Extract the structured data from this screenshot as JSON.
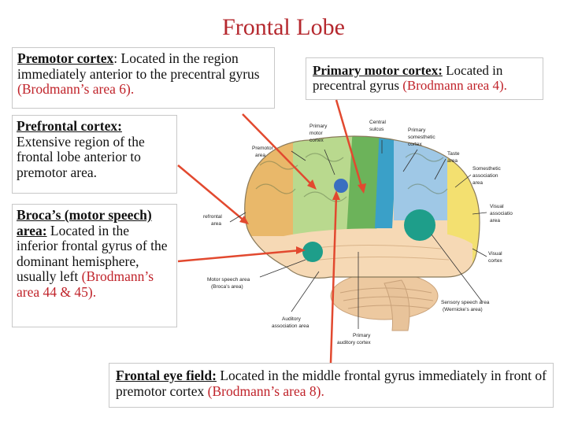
{
  "title": "Frontal Lobe",
  "boxes": {
    "premotor": {
      "head": "Premotor cortex",
      "text": ": Located in the region immediately anterior to the precentral gyrus ",
      "ref": "(Brodmann’s area 6)."
    },
    "primary": {
      "head": "Primary motor cortex:",
      "text": " Located in precentral gyrus ",
      "ref": "(Brodmann area 4)."
    },
    "prefrontal": {
      "head": "Prefrontal cortex:",
      "text": " Extensive region of the frontal lobe anterior to premotor area."
    },
    "broca": {
      "head": "Broca’s (motor speech) area:",
      "text": " Located in the inferior frontal gyrus of the dominant hemisphere, usually left ",
      "ref": "(Brodmann’s area 44 & 45)."
    },
    "fef": {
      "head": "Frontal eye field:",
      "text": " Located in the middle frontal gyrus immediately in front of premotor cortex ",
      "ref": "(Brodmann’s area 8)."
    }
  },
  "labels": {
    "primary_motor": [
      "Primary",
      "motor",
      "cortex"
    ],
    "central_sulcus": [
      "Central",
      "sulcus"
    ],
    "primary_somesthetic": [
      "Primary",
      "somesthetic",
      "cortex"
    ],
    "premotor": [
      "Premotor",
      "area"
    ],
    "taste": [
      "Taste",
      "area"
    ],
    "somesthetic_assoc": [
      "Somesthetic",
      "association",
      "area"
    ],
    "prefrontal": [
      "refrontal",
      "area"
    ],
    "visual_assoc": [
      "Visual",
      "associatio",
      "area"
    ],
    "visual_cortex": [
      "Visual",
      "cortex"
    ],
    "motor_speech": [
      "Motor speech area",
      "(Broca’s area)"
    ],
    "sensory_speech": [
      "Sensory speech area",
      "(Wernicke’s area)"
    ],
    "auditory_assoc": [
      "Auditory",
      "association area"
    ],
    "primary_auditory": [
      "Primary",
      "auditory cortex"
    ]
  },
  "colors": {
    "title": "#b5282e",
    "reference": "#c0232a",
    "arrow": "#e2492f",
    "prefrontal_region": "#e9b86a",
    "premotor_region": "#b9d98e",
    "primary_motor_region": "#6cb35a",
    "somesthetic_region": "#3aa0c8",
    "association_region": "#9fc8e6",
    "visual_region": "#f3e070",
    "temporal_region": "#f6d9b5",
    "cerebellum": "#edc9a0",
    "broca_spot": "#1e9e8a",
    "eye_field_spot": "#3a6fc0"
  }
}
